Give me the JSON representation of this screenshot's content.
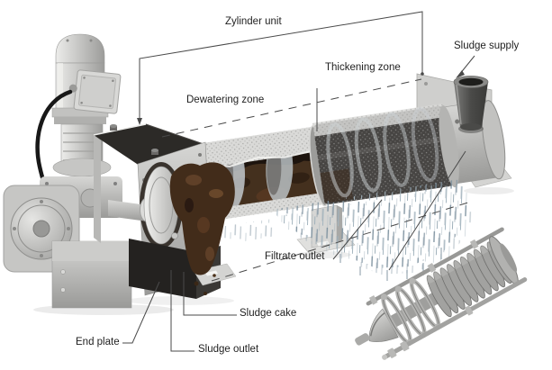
{
  "labels": {
    "zylinder_unit": "Zylinder unit",
    "sludge_supply": "Sludge supply",
    "thickening_zone": "Thickening zone",
    "dewatering_zone": "Dewatering zone",
    "filtrate_outlet": "Filtrate outlet",
    "sludge_cake": "Sludge cake",
    "end_plate": "End plate",
    "sludge_outlet": "Sludge outlet"
  },
  "colors": {
    "background": "#ffffff",
    "annotation_line": "#4a4a4a",
    "label_text": "#1f1f1f",
    "machine_light_gray": "#c6c6c4",
    "machine_dark_gray": "#2e2d2a",
    "sludge_brown": "#44301e",
    "mesh_light": "#dadad8",
    "mesh_dark": "#474543",
    "water_gray_blue": "#8799a6"
  }
}
